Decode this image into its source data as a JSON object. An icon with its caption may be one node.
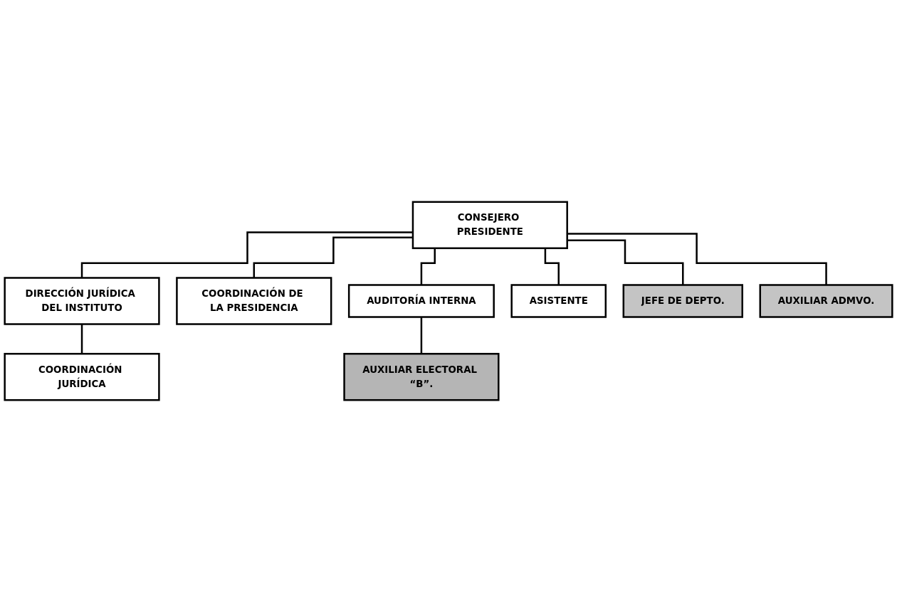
{
  "diagram": {
    "nodes": [
      {
        "text": [
          "CONSEJERO PRESIDENTE"
        ]
      },
      {
        "text": [
          "DIRECCIÓN JURÍDICA DEL INSTITUTO"
        ]
      },
      {
        "text": [
          "COORDINACIÓN JURÍDICA"
        ]
      },
      {
        "text": [
          "COORDINACIÓN DE LA PRESIDENCIA"
        ]
      },
      {
        "text": [
          "AUDITORÍA INTERNA"
        ]
      },
      {
        "text": [
          "AUXILIAR ELECTORAL “B”."
        ]
      },
      {
        "text": [
          "ASISTENTE"
        ]
      },
      {
        "text": [
          "JEFE DE DEPTO."
        ]
      },
      {
        "text": [
          "AUXILIAR ADMVO."
        ]
      }
    ],
    "edges": [
      {
        "from": 0,
        "to": 1,
        "arrow": "none"
      },
      {
        "from": 1,
        "to": 2,
        "arrow": "none"
      },
      {
        "from": 0,
        "to": 3,
        "arrow": "none"
      },
      {
        "from": 0,
        "to": 4,
        "arrow": "none"
      },
      {
        "from": 4,
        "to": 5,
        "arrow": "none"
      },
      {
        "from": 0,
        "to": 6,
        "arrow": "none"
      },
      {
        "from": 0,
        "to": 7,
        "arrow": "none"
      },
      {
        "from": 0,
        "to": 8,
        "arrow": "none"
      }
    ]
  }
}
